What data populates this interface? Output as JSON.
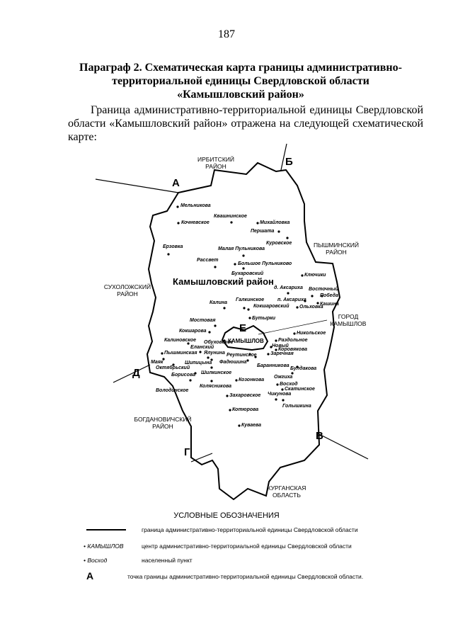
{
  "page_number": "187",
  "heading": "Параграф 2. Схематическая карта границы административно-территориальной единицы Свердловской области «Камышловский район»",
  "intro": "Граница административно-территориальной единицы Свердловской области «Камышловский район» отражена на следующей схематической карте:",
  "map": {
    "district_name": "Камышловский район",
    "center": "КАМЫШЛОВ",
    "neighbors": [
      "ИРБИТСКИЙ РАЙОН",
      "ПЫШМИНСКИЙ РАЙОН",
      "СУХОЛОЖСКИЙ РАЙОН",
      "ГОРОД КАМЫШЛОВ",
      "БОГДАНОВИЧСКИЙ РАЙОН",
      "КУРГАНСКАЯ ОБЛАСТЬ"
    ],
    "points": [
      "А",
      "Б",
      "В",
      "Г",
      "Д",
      "Е"
    ],
    "settlements": [
      "Мельникова",
      "Кочневское",
      "Квашнинское",
      "Михайловка",
      "Першата",
      "Куровское",
      "Ерзовка",
      "Малая Пульникова",
      "Рассвет",
      "Большое Пульниково",
      "Бухаровский",
      "Ключики",
      "д. Аксариха",
      "Восточный",
      "Победа",
      "п. Аксариха",
      "Кашина",
      "Калина",
      "Галкинское",
      "Кокшаровский",
      "Ольховка",
      "Бутырки",
      "Мостовая",
      "Кокшарова",
      "Никольское",
      "Калиновское",
      "Обуховское",
      "Раздольное",
      "Новый",
      "Еланский",
      "Коровякова",
      "Пышминская",
      "Ялунина",
      "Реутинское",
      "Заречная",
      "Маяк",
      "Шипицына",
      "Фадюшина",
      "Баранникова",
      "Октябрьский",
      "Булдакова",
      "Борисова",
      "Шилкинское",
      "Ожгиха",
      "Володинское",
      "Колясникова",
      "Козонкова",
      "Восход",
      "Скатинское",
      "Захаровское",
      "Чикунова",
      "Голышкина",
      "Котюрова",
      "Куваева"
    ]
  },
  "legend": {
    "title": "УСЛОВНЫЕ ОБОЗНАЧЕНИЯ",
    "items": [
      {
        "symbol": "",
        "text": "граница административно-территориальной единицы Свердловской области"
      },
      {
        "symbol": "КАМЫШЛОВ",
        "text": "центр административно-территориальной единицы Свердловской области"
      },
      {
        "symbol": "Восход",
        "text": "населенный пункт"
      },
      {
        "symbol": "А",
        "text": "точка границы административно-территориальной единицы Свердловской области."
      }
    ]
  }
}
